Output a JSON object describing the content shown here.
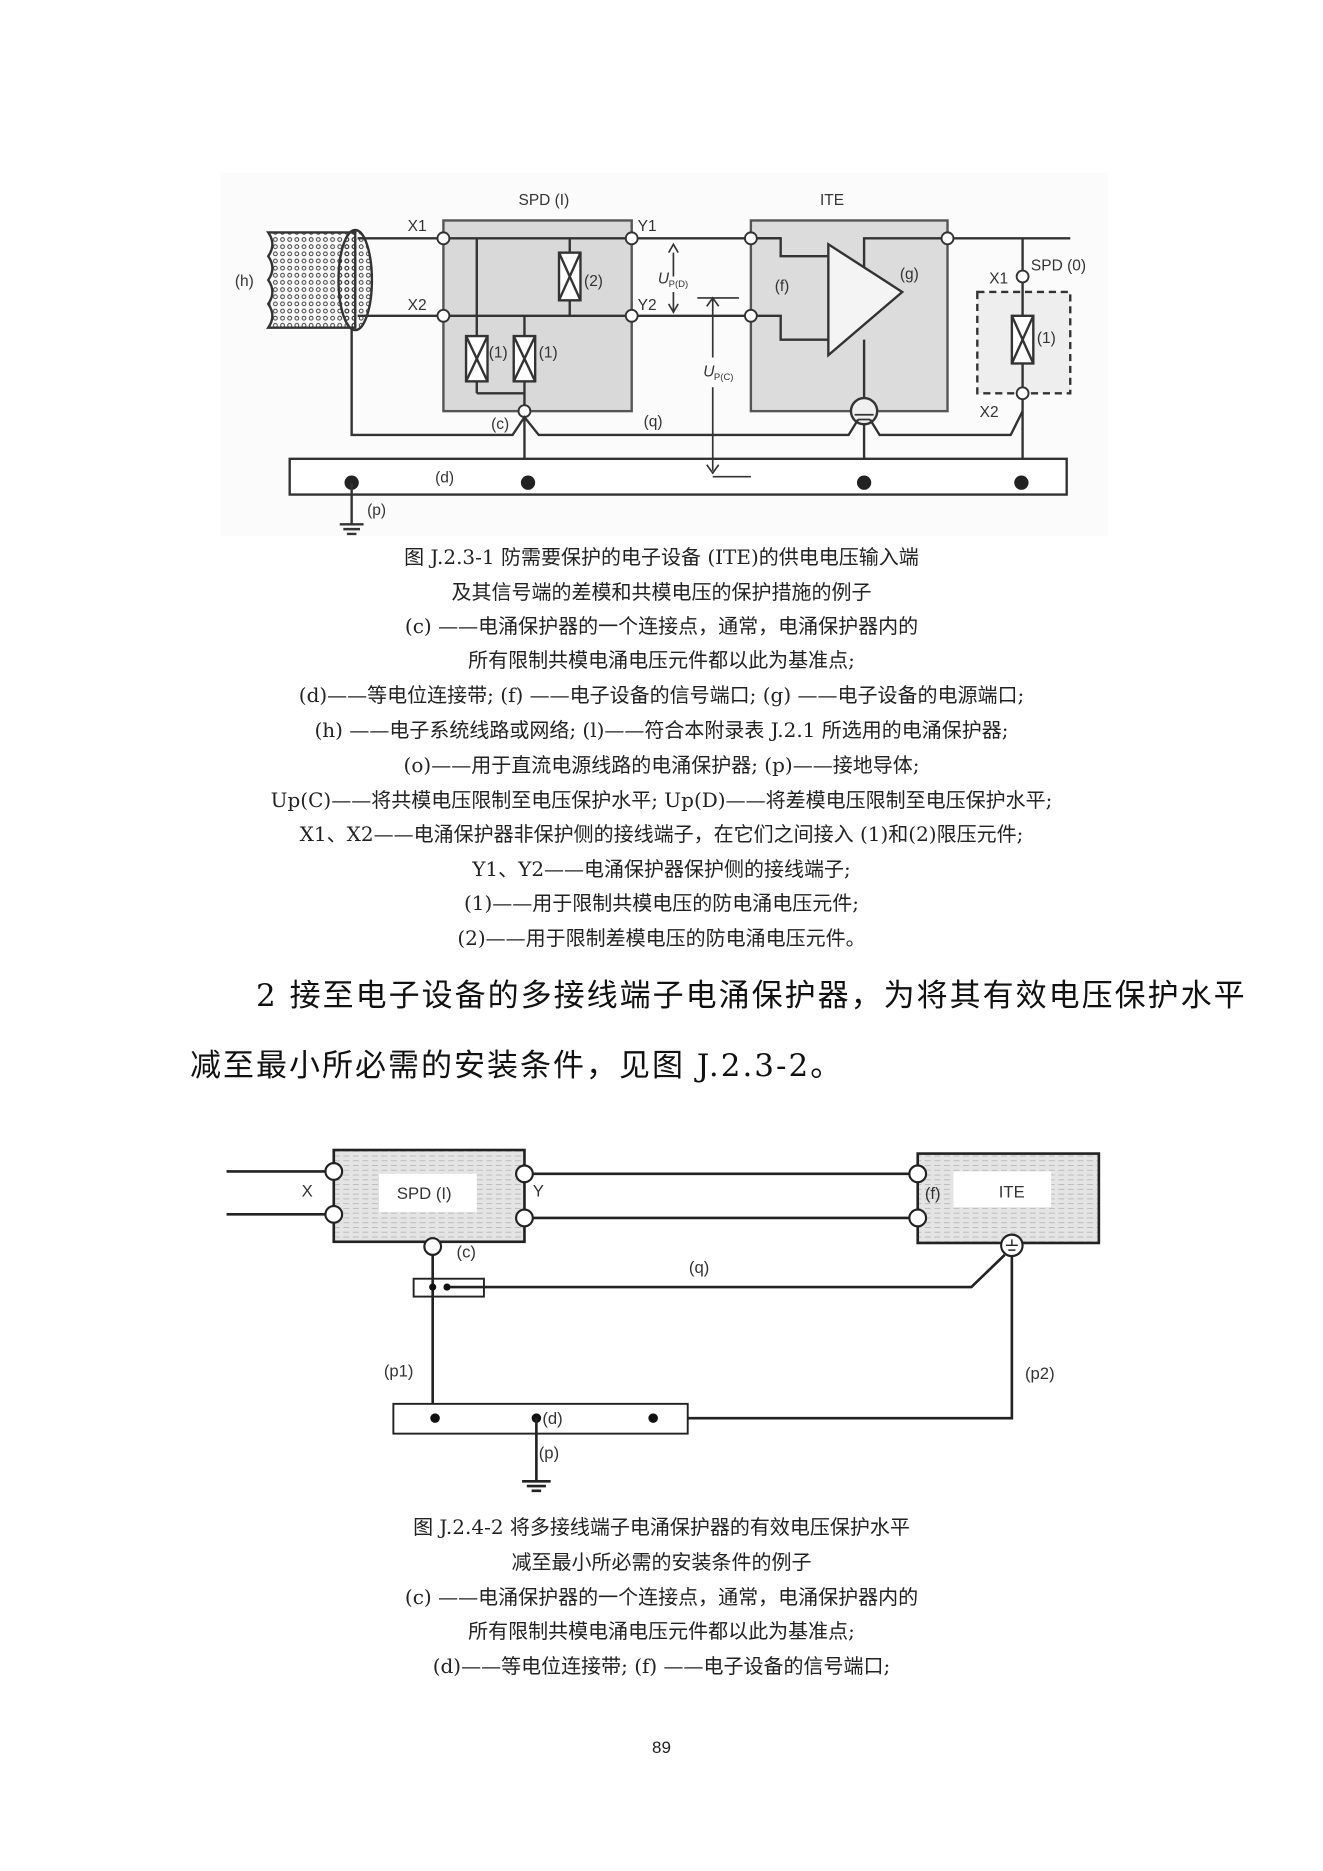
{
  "figure1": {
    "labels": {
      "spd_i": "SPD (I)",
      "ite": "ITE",
      "x1": "X1",
      "x2": "X2",
      "y1": "Y1",
      "y2": "Y2",
      "h": "(h)",
      "two": "(2)",
      "one": "(1)",
      "f": "(f)",
      "g": "(g)",
      "spd_o": "SPD (0)",
      "c": "(c)",
      "q": "(q)",
      "d": "(d)",
      "p": "(p)",
      "upd": "U",
      "upd_sub": "P(D)",
      "upc": "U",
      "upc_sub": "P(C)"
    },
    "caption": [
      "图 J.2.3-1  防需要保护的电子设备 (ITE)的供电电压输入端",
      "及其信号端的差模和共模电压的保护措施的例子",
      "(c) ——电涌保护器的一个连接点，通常，电涌保护器内的",
      "所有限制共模电涌电压元件都以此为基准点;",
      "(d)——等电位连接带;  (f) ——电子设备的信号端口;  (g) ——电子设备的电源端口;",
      "(h) ——电子系统线路或网络;  (l)——符合本附录表 J.2.1 所选用的电涌保护器;",
      "(o)——用于直流电源线路的电涌保护器;  (p)——接地导体;",
      "Up(C)——将共模电压限制至电压保护水平;  Up(D)——将差模电压限制至电压保护水平;",
      "X1、X2——电涌保护器非保护侧的接线端子，在它们之间接入 (1)和(2)限压元件;",
      "Y1、Y2——电涌保护器保护侧的接线端子;",
      "(1)——用于限制共模电压的防电涌电压元件;",
      "(2)——用于限制差模电压的防电涌电压元件。"
    ]
  },
  "paragraph": [
    "2 接至电子设备的多接线端子电涌保护器，为将其有效电压保护水平",
    "减至最小所必需的安装条件，见图 J.2.3-2。"
  ],
  "figure2": {
    "labels": {
      "x": "X",
      "spd_i": "SPD (I)",
      "y": "Y",
      "f": "(f)",
      "ite": "ITE",
      "c": "(c)",
      "q": "(q)",
      "p1": "(p1)",
      "p2": "(p2)",
      "d": "(d)",
      "p": "(p)"
    },
    "caption": [
      "图 J.2.4-2  将多接线端子电涌保护器的有效电压保护水平",
      "减至最小所必需的安装条件的例子",
      "(c) ——电涌保护器的一个连接点，通常，电涌保护器内的",
      "所有限制共模电涌电压元件都以此为基准点;",
      "(d)——等电位连接带;   (f) ——电子设备的信号端口;"
    ]
  },
  "page_number": "89"
}
